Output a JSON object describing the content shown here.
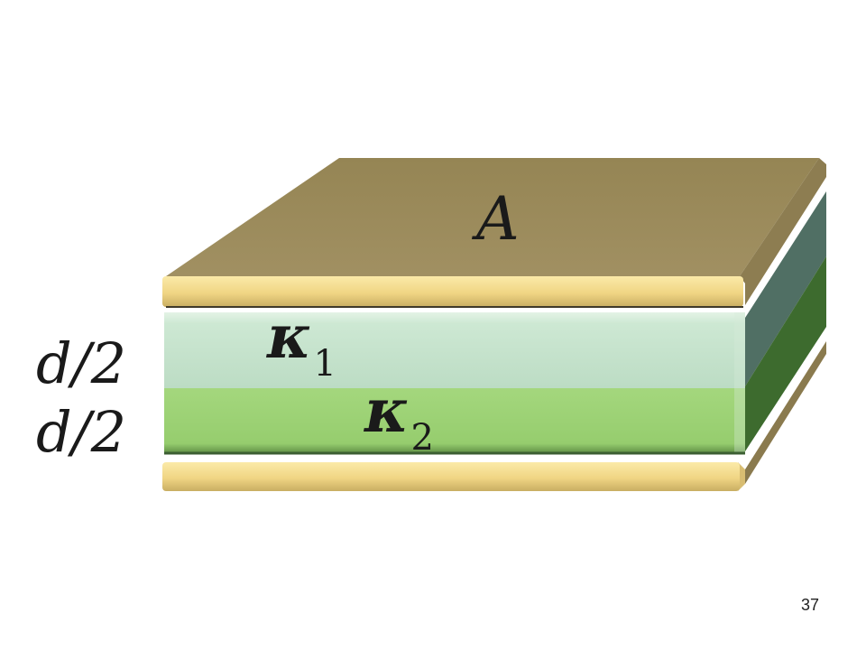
{
  "diagram": {
    "plate_area_label": "A",
    "top_layer": {
      "thickness_label": "d/2",
      "dielectric_symbol": "κ",
      "dielectric_subscript": "1"
    },
    "bottom_layer": {
      "thickness_label": "d/2",
      "dielectric_symbol": "κ",
      "dielectric_subscript": "2"
    }
  },
  "colors": {
    "plate_top_face": "#9a8a5c",
    "plate_edge": "#f2d98a",
    "dielectric_1_front": "#c4e3cc",
    "dielectric_1_side": "#4f6e62",
    "dielectric_2_front": "#9ed276",
    "dielectric_2_side": "#3d6b2e"
  },
  "footer": {
    "page_number": "37"
  }
}
